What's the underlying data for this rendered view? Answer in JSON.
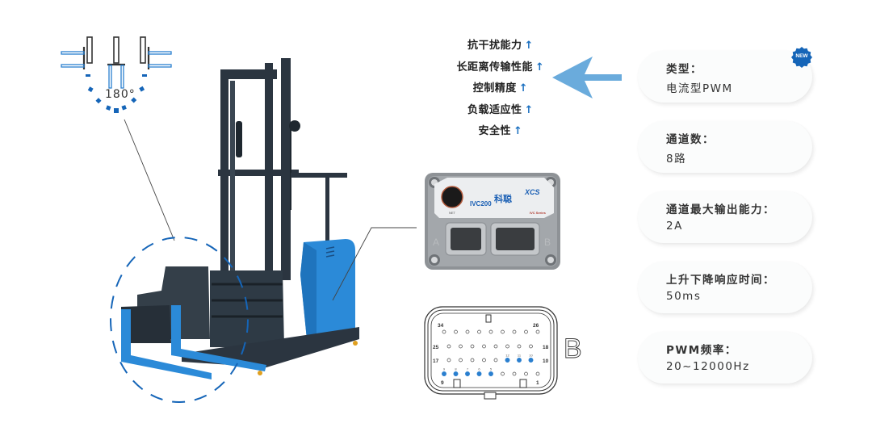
{
  "benefits": [
    {
      "label": "抗干扰能力",
      "arrow": "↑"
    },
    {
      "label": "长距离传输性能",
      "arrow": "↑"
    },
    {
      "label": "控制精度",
      "arrow": "↑"
    },
    {
      "label": "负载适应性",
      "arrow": "↑"
    },
    {
      "label": "安全性",
      "arrow": "↑"
    }
  ],
  "specs": [
    {
      "label": "类型：",
      "value": "电流型PWM"
    },
    {
      "label": "通道数：",
      "value": "8路"
    },
    {
      "label": "通道最大输出能力：",
      "value": "2A"
    },
    {
      "label": "上升下降响应时间：",
      "value": "50ms"
    },
    {
      "label": "PWM频率：",
      "value": "20~12000Hz"
    }
  ],
  "badge": {
    "text": "NEW",
    "color": "#1565b8"
  },
  "rotation": {
    "angle_label": "180°"
  },
  "controller": {
    "model": "IVC200",
    "brand_cn": "科聪",
    "brand_logo": "XCS",
    "series": "IVC Series",
    "port_label": "NET",
    "port_a": "A",
    "port_b": "B"
  },
  "connector": {
    "side_label": "B",
    "corner_labels": {
      "top_left": "34",
      "top_right": "26",
      "row2_left": "25",
      "row2_right": "18",
      "row3_left": "17",
      "row3_right": "10",
      "bottom_left": "9",
      "bottom_right": "1"
    },
    "highlighted_pins": [
      "12",
      "11",
      "10",
      "9",
      "8",
      "7",
      "6",
      "5"
    ]
  },
  "colors": {
    "accent_blue": "#1a6fc0",
    "arrow_blue": "#6aabdc",
    "pin_blue": "#2a7fcf",
    "forklift_blue": "#2b8ad8",
    "dark_body": "#2b3540"
  }
}
